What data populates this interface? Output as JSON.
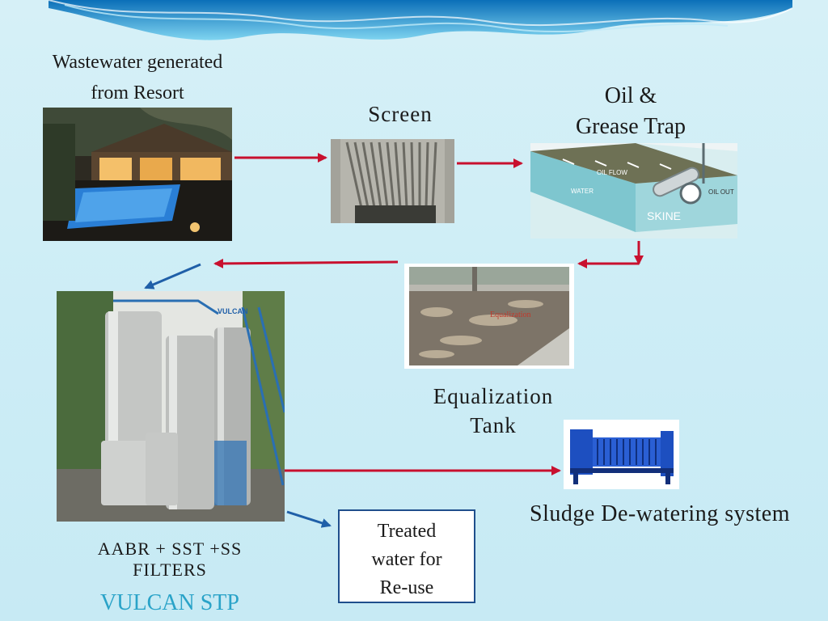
{
  "wastewater": {
    "line1": "Wastewater generated",
    "line2": "from Resort"
  },
  "screen": {
    "label": "Screen"
  },
  "oil_trap": {
    "line1": "Oil &",
    "line2": "Grease Trap",
    "labels": {
      "oil_flow": "OIL FLOW",
      "water": "WATER",
      "oil_out": "OIL OUT",
      "skine": "SKINE"
    }
  },
  "equalization": {
    "line1": "Equalization",
    "line2": "Tank",
    "photo_text": "Equalization"
  },
  "sludge": {
    "label": "Sludge De-watering system"
  },
  "stp": {
    "line1": "AABR + SST +SS",
    "line2": "FILTERS",
    "brand": "VULCAN STP",
    "tank_sign": "VULCAN"
  },
  "treated": {
    "line1": "Treated",
    "line2": "water for",
    "line3": "Re-use"
  },
  "colors": {
    "red_arrow": "#c8102e",
    "blue_arrow": "#1f5fa8",
    "brand_text": "#2aa3c8",
    "background": "#d6f0f7"
  }
}
